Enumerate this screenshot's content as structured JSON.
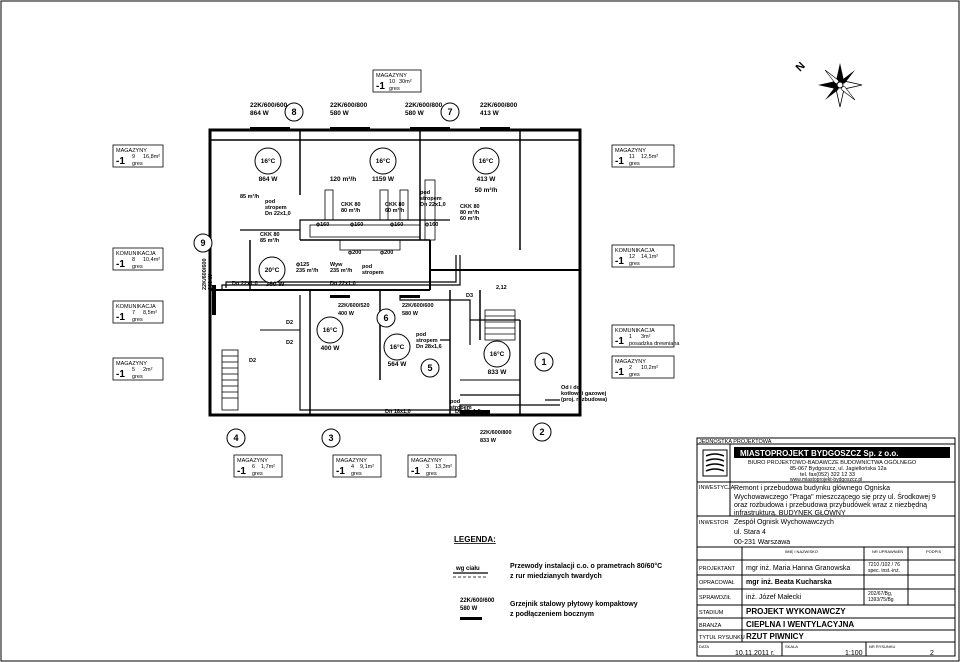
{
  "north": {
    "label": "N"
  },
  "rooms": [
    {
      "id": "r10",
      "type": "MAGAZYNY",
      "num": "10",
      "area": "30m²",
      "floor": "gres",
      "level": "-1"
    },
    {
      "id": "r9",
      "type": "MAGAZYNY",
      "num": "9",
      "area": "16,8m²",
      "floor": "gres",
      "level": "-1"
    },
    {
      "id": "r8",
      "type": "KOMUNIKACJA",
      "num": "8",
      "area": "10,4m²",
      "floor": "gres",
      "level": "-1"
    },
    {
      "id": "r7",
      "type": "KOMUNIKACJA",
      "num": "7",
      "area": "8,5m²",
      "floor": "gres",
      "level": "-1"
    },
    {
      "id": "r5",
      "type": "MAGAZYNY",
      "num": "5",
      "area": "2m²",
      "floor": "gres",
      "level": "-1"
    },
    {
      "id": "r11",
      "type": "MAGAZYNY",
      "num": "11",
      "area": "12,5m²",
      "floor": "gres",
      "level": "-1"
    },
    {
      "id": "r12",
      "type": "KOMUNIKACJA",
      "num": "12",
      "area": "14,1m²",
      "floor": "gres",
      "level": "-1"
    },
    {
      "id": "r1",
      "type": "KOMUNIKACJA",
      "num": "1",
      "area": "3m²",
      "floor": "posadzka drewniana",
      "level": "-1"
    },
    {
      "id": "r2",
      "type": "MAGAZYNY",
      "num": "2",
      "area": "10,2m²",
      "floor": "gres",
      "level": "-1"
    },
    {
      "id": "r6",
      "type": "MAGAZYNY",
      "num": "6",
      "area": "1,7m²",
      "floor": "gres",
      "level": "-1"
    },
    {
      "id": "r4",
      "type": "MAGAZYNY",
      "num": "4",
      "area": "9,1m²",
      "floor": "gres",
      "level": "-1"
    },
    {
      "id": "r3",
      "type": "MAGAZYNY",
      "num": "3",
      "area": "13,3m²",
      "floor": "gres",
      "level": "-1"
    }
  ],
  "radiators_top": [
    {
      "spec": "22K/600/600",
      "power": "864 W",
      "num": "8"
    },
    {
      "spec": "22K/600/800",
      "power": "580 W",
      "num": ""
    },
    {
      "spec": "22K/600/800",
      "power": "580 W",
      "num": "7"
    },
    {
      "spec": "22K/600/800",
      "power": "413 W",
      "num": ""
    }
  ],
  "temps": {
    "t9": "16°C",
    "t9_power": "864 W",
    "t8": "16°C",
    "t8_power": "1159 W",
    "t8_flow": "120 m³/h",
    "t7": "16°C",
    "t7_power": "413 W",
    "t7_flow": "50 m³/h",
    "t20": "20°C",
    "t20_power": "360 W",
    "t6a": "16°C",
    "t6a_power": "400 W",
    "t5": "16°C",
    "t5_power": "564 W",
    "t1": "16°C",
    "t1_power": "833 W"
  },
  "annotations": {
    "flow85": "85 m³/h",
    "pod": "pod",
    "stropem": "stropem",
    "dn22": "Dn 22x1,0",
    "ckk80": "CKK 80",
    "flow80": "80 m³/h",
    "flow60": "60 m³/h",
    "flow85b": "85 m³/h",
    "phi160": "ϕ160",
    "phi200": "ϕ200",
    "phi125": "ϕ125",
    "flow235": "235 m³/h",
    "wyw": "Wyw",
    "dn28": "Dn 28x1,6",
    "dn18": "Dn 18x1,0",
    "dn35": "Dn 35x1,5",
    "side_rad": "22K/600/800",
    "side_rad_power": "580 W",
    "rad6": "22K/600/520",
    "rad6_power": "400 W",
    "rad6b": "22K/600/600",
    "rad6b_power": "580 W",
    "rad_bottom": "22K/600/800",
    "rad_bottom_power": "833 W",
    "odbiornik": "Od i do",
    "odbiornik2": "kotłowni gazowej",
    "odbiornik3": "(proj. rozbudowa)",
    "d2": "D2",
    "d3": "D3",
    "elev": "2,12"
  },
  "legend": {
    "title": "LEGENDA:",
    "item1_symbol": "wg ciału",
    "item1_text": "Przewody instalacji c.o. o prametrach 80/60°C",
    "item1_text2": "z rur miedzianych twardych",
    "item2_symbol": "22K/600/600",
    "item2_symbol2": "580 W",
    "item2_text": "Grzejnik stalowy płytowy kompaktowy",
    "item2_text2": "z podłączeniem bocznym"
  },
  "titleblock": {
    "unit_label": "JEDNOSTKA PROJEKTOWA",
    "company": "MIASTOPROJEKT BYDGOSZCZ Sp. z o.o.",
    "company2": "BIURO PROJEKTOWO-BADAWCZE BUDOWNICTWA OGÓLNEGO",
    "address": "85-067 Bydgoszcz, ul. Jagiellońska 12a",
    "phone": "tel. fax(052) 322 12 33",
    "web": "www.miastoprojekt-bydgoszcz.pl",
    "inv_label": "INWESTYCJA",
    "inv1": "Remont i przebudowa  budynku głównego Ogniska",
    "inv2": "Wychowawczego \"Praga\" mieszczącego się przy ul. Środkowej 9",
    "inv3": "oraz  rozbudowa i przebudowa przybudówek wraz z niezbędną",
    "inv4": "infrastrukturą. BUDYNEK GŁÓWNY",
    "investor_label": "INWESTOR",
    "investor1": "Zespół Ognisk Wychowawczych",
    "investor2": "ul. Stara 4",
    "investor3": "00-231 Warszawa",
    "col_name": "IMIĘ I NAZWISKO",
    "col_perm": "NR UPRAWNIEŃ",
    "col_sign": "PODPIS",
    "designer_label": "PROJEKTANT",
    "designer": "mgr inż. Maria Hanna Granowska",
    "designer_perm": "7210 /102 / 76",
    "designer_perm2": "spec. inst.-inż.",
    "prepared_label": "OPRACOWAŁ",
    "prepared": "mgr inż. Beata Kucharska",
    "checked_label": "SPRAWDZIŁ",
    "checked": "inż. Józef Małecki",
    "checked_perm": "202/67/Bg,",
    "checked_perm2": "1393/75/Bg",
    "stage_label": "STADIUM",
    "stage": "PROJEKT WYKONAWCZY",
    "branch_label": "BRANŻA",
    "branch": "CIEPLNA I WENTYLACYJNA",
    "title_label": "TYTUŁ RYSUNKU",
    "title": "RZUT PIWNICY",
    "date_label": "DATA",
    "date": "10.11.2011 r.",
    "scale_label": "SKALA",
    "scale": "1:100",
    "sheet_label": "NR RYSUNKU",
    "sheet": "2"
  },
  "numbers": {
    "n9": "9",
    "n6": "6",
    "n5": "5",
    "n1": "1",
    "n4": "4",
    "n3": "3",
    "n2": "2",
    "n8": "8",
    "n7": "7"
  },
  "left_riser": "22K/600/600",
  "left_riser2": "360 W"
}
